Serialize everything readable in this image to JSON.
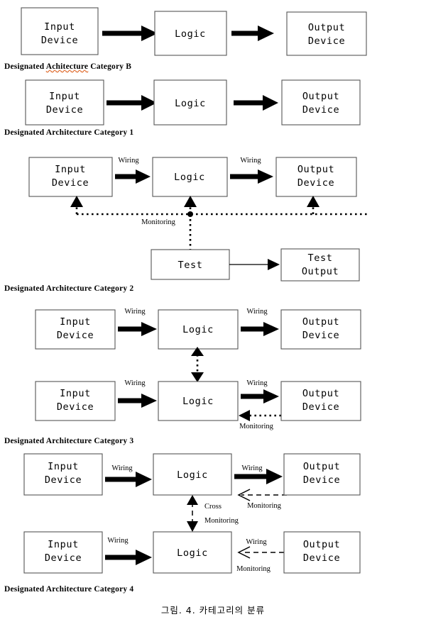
{
  "figure": {
    "caption": "그림. 4. 카테고리의 분류",
    "node_labels": {
      "input_device": "Input\nDevice",
      "input_device_line1": "Input",
      "input_device_line2": "Device",
      "logic": "Logic",
      "output_device_line1": "Output",
      "output_device_line2": "Device",
      "test": "Test",
      "test_output_line1": "Test",
      "test_output_line2": "Output"
    },
    "edge_labels": {
      "wiring": "Wiring",
      "monitoring": "Monitoring",
      "cross": "Cross"
    },
    "colors": {
      "box_stroke": "#555555",
      "box_fill": "#ffffff",
      "line": "#000000",
      "spellcheck_underline": "#e06a2b"
    },
    "blocks": [
      {
        "id": "category-b",
        "caption_prefix": "Designated ",
        "caption_misspelled": "Achitecture",
        "caption_suffix": " Category B",
        "caption_full": "Designated Achitecture Category B",
        "has_spellcheck_underline": true,
        "nodes": [
          "Input Device",
          "Logic",
          "Output Device"
        ],
        "edges": [
          {
            "from": "Input Device",
            "to": "Logic",
            "style": "thick-solid",
            "label": ""
          },
          {
            "from": "Logic",
            "to": "Output Device",
            "style": "thick-solid",
            "label": ""
          }
        ]
      },
      {
        "id": "category-1",
        "caption_full": "Designated Architecture Category 1",
        "has_spellcheck_underline": false,
        "nodes": [
          "Input Device",
          "Logic",
          "Output Device"
        ],
        "edges": [
          {
            "from": "Input Device",
            "to": "Logic",
            "style": "thick-solid",
            "label": ""
          },
          {
            "from": "Logic",
            "to": "Output Device",
            "style": "thick-solid",
            "label": ""
          }
        ]
      },
      {
        "id": "category-2",
        "caption_full": "Designated Architecture Category 2",
        "has_spellcheck_underline": false,
        "nodes": [
          "Input Device",
          "Logic",
          "Output Device",
          "Test",
          "Test Output"
        ],
        "edges": [
          {
            "from": "Input Device",
            "to": "Logic",
            "style": "thick-solid",
            "label": "Wiring"
          },
          {
            "from": "Logic",
            "to": "Output Device",
            "style": "thick-solid",
            "label": "Wiring"
          },
          {
            "from": "Test",
            "to": "Input Device",
            "style": "dotted",
            "label": "Monitoring"
          },
          {
            "from": "Test",
            "to": "Logic",
            "style": "dotted",
            "label": "Monitoring"
          },
          {
            "from": "Test",
            "to": "Output Device",
            "style": "dotted",
            "label": "Monitoring"
          },
          {
            "from": "Test",
            "to": "Test Output",
            "style": "thin-solid",
            "label": ""
          }
        ]
      },
      {
        "id": "category-3",
        "caption_full": "Designated Architecture Category 3",
        "has_spellcheck_underline": false,
        "nodes": [
          "Input Device",
          "Logic",
          "Output Device",
          "Input Device",
          "Logic",
          "Output Device"
        ],
        "edges": [
          {
            "from": "Input Device",
            "to": "Logic",
            "style": "thick-solid",
            "label": "Wiring"
          },
          {
            "from": "Logic",
            "to": "Output Device",
            "style": "thick-solid",
            "label": "Wiring"
          },
          {
            "from": "Logic (top)",
            "to": "Logic (bottom)",
            "style": "dotted-bidirectional",
            "label": ""
          },
          {
            "from": "Output Device (bottom)",
            "to": "Logic (bottom)",
            "style": "dotted",
            "label": "Monitoring"
          }
        ]
      },
      {
        "id": "category-4",
        "caption_full": "Designated Architecture Category 4",
        "has_spellcheck_underline": false,
        "nodes": [
          "Input Device",
          "Logic",
          "Output Device",
          "Input Device",
          "Logic",
          "Output Device"
        ],
        "edges": [
          {
            "from": "Input Device",
            "to": "Logic",
            "style": "thick-solid",
            "label": "Wiring"
          },
          {
            "from": "Logic (top)",
            "to": "Output Device (top)",
            "style": "thick-solid",
            "label": "Wiring"
          },
          {
            "from": "Output Device (top)",
            "to": "Logic (top)",
            "style": "dashed",
            "label": "Monitoring"
          },
          {
            "from": "Logic (top)",
            "to": "Logic (bottom)",
            "style": "dashed-bidirectional",
            "label": "Cross Monitoring"
          },
          {
            "from": "Output Device (bottom)",
            "to": "Logic (bottom)",
            "style": "dashed",
            "label": "Wiring / Monitoring"
          }
        ]
      }
    ]
  }
}
